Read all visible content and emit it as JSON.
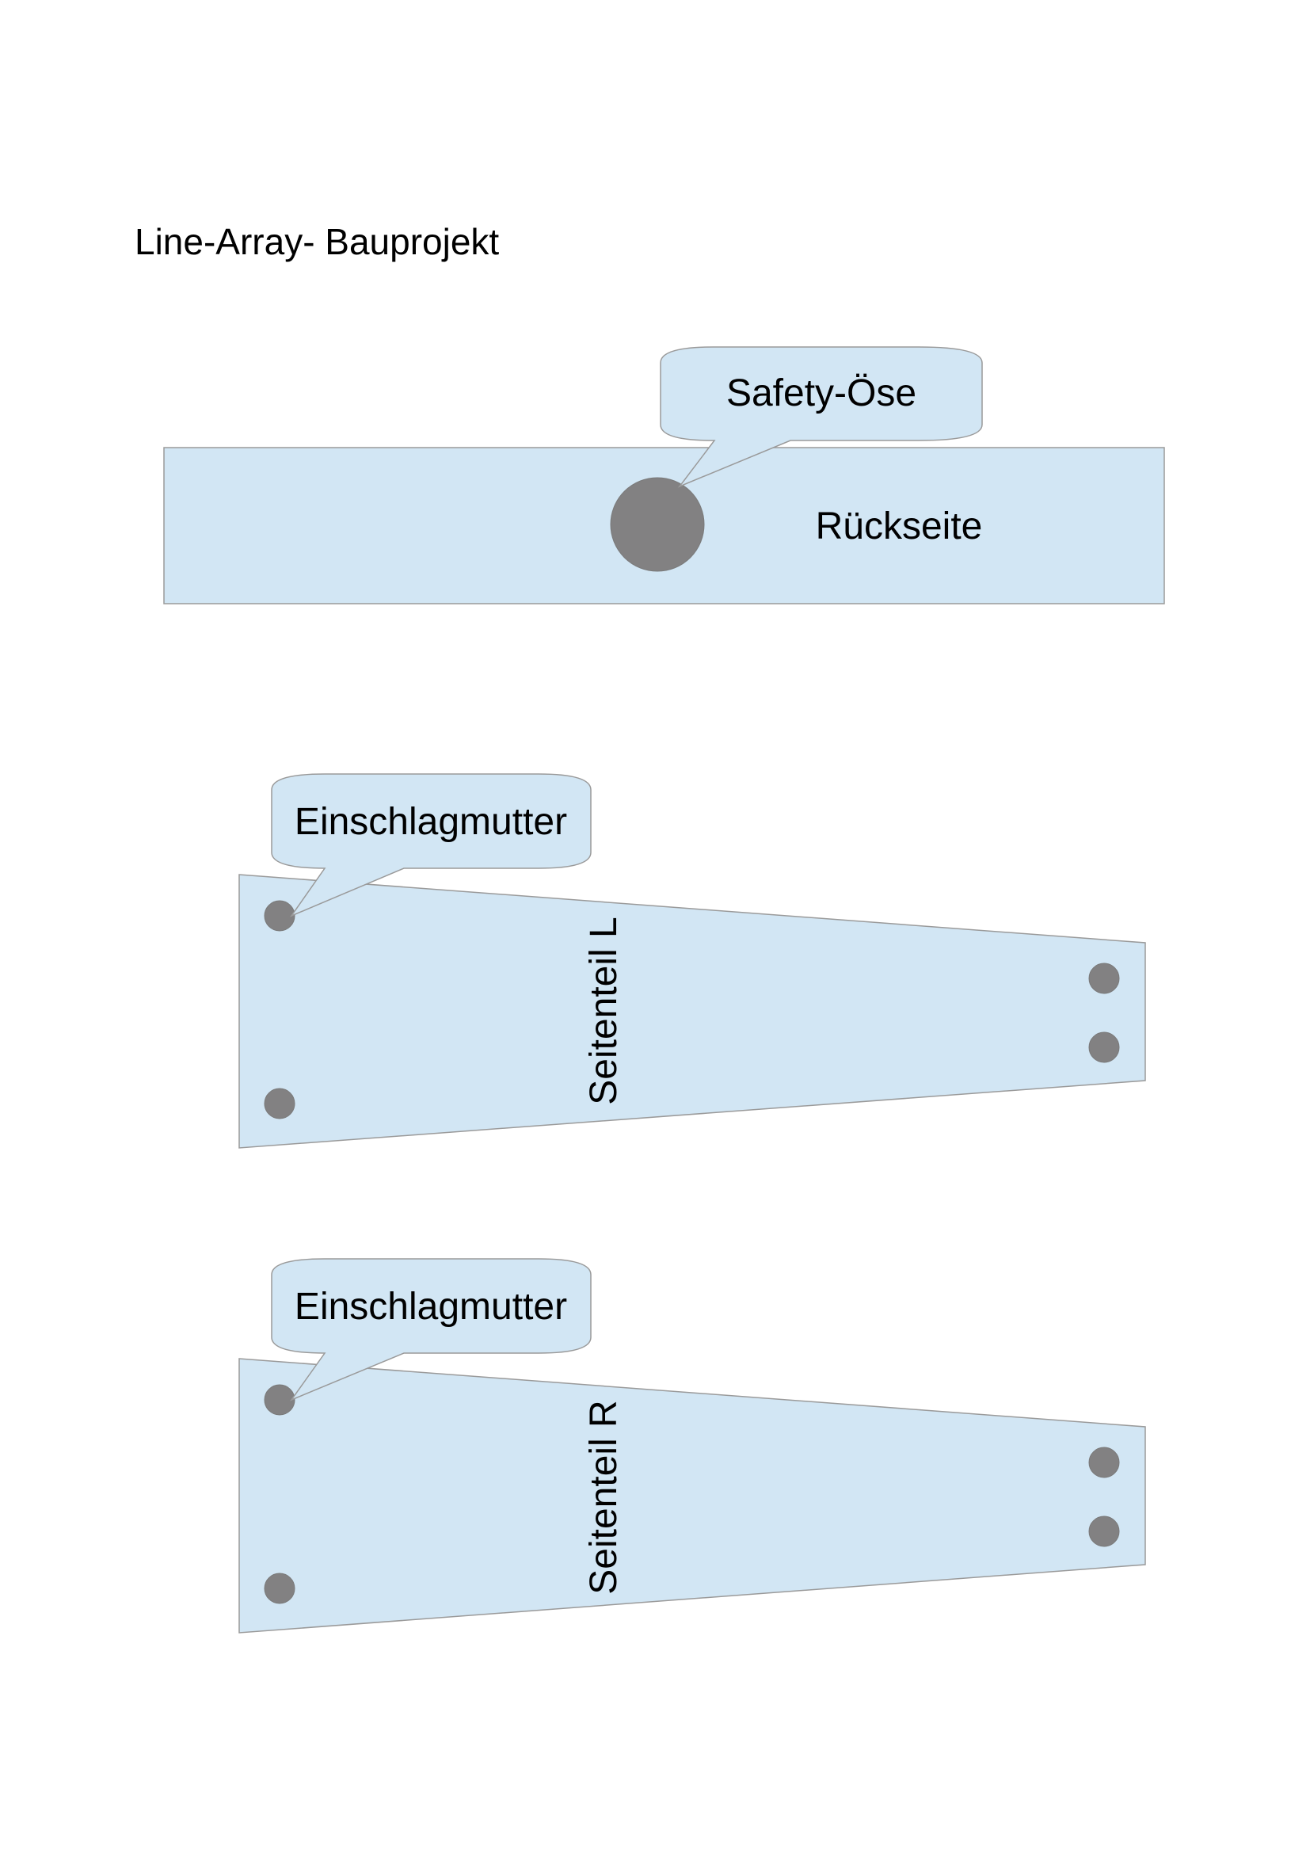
{
  "title": "Line-Array- Bauprojekt",
  "colors": {
    "panel_fill": "#d2e6f4",
    "hole_fill": "#828182",
    "outline": "#9a9a9a",
    "text": "#000000"
  },
  "parts": {
    "back": {
      "label": "Rückseite",
      "callout": "Safety-Öse"
    },
    "side_left": {
      "label": "Seitenteil L",
      "callout": "Einschlagmutter"
    },
    "side_right": {
      "label": "Seitenteil R",
      "callout": "Einschlagmutter"
    }
  }
}
